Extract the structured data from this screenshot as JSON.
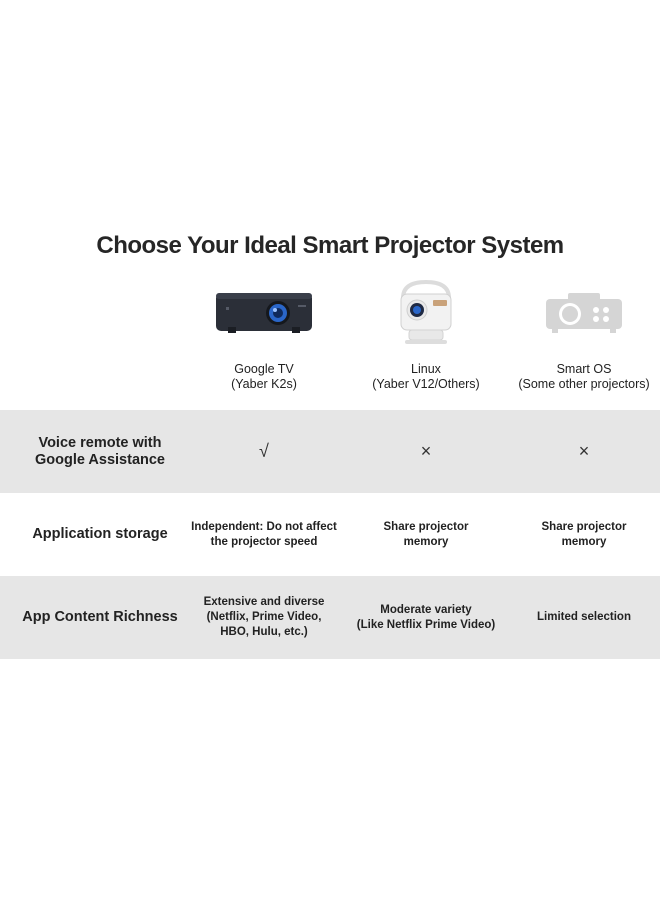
{
  "title": "Choose Your Ideal Smart Projector System",
  "products": [
    {
      "line1": "Google TV",
      "line2": "(Yaber K2s)",
      "image": "dark-projector"
    },
    {
      "line1": "Linux",
      "line2": "(Yaber V12/Others)",
      "image": "white-projector"
    },
    {
      "line1": "Smart OS",
      "line2": "(Some other projectors)",
      "image": "generic-projector-icon"
    }
  ],
  "rows": [
    {
      "label": [
        "Voice remote with",
        "Google Assistance"
      ],
      "cells": [
        [
          "√"
        ],
        [
          "×"
        ],
        [
          "×"
        ]
      ]
    },
    {
      "label": [
        "Application storage"
      ],
      "cells": [
        [
          "Independent: Do not affect",
          "the projector speed"
        ],
        [
          "Share projector",
          "memory"
        ],
        [
          "Share projector",
          "memory"
        ]
      ]
    },
    {
      "label": [
        "App Content Richness"
      ],
      "cells": [
        [
          "Extensive and diverse",
          "(Netflix, Prime Video,",
          "HBO, Hulu, etc.)"
        ],
        [
          "Moderate variety",
          "(Like Netflix Prime Video)"
        ],
        [
          "Limited selection"
        ]
      ]
    }
  ],
  "colors": {
    "row_shade": "#e6e6e6",
    "dark_projector": "#2b2f38",
    "lens_blue": "#2a66c9",
    "generic_icon": "#d5d5d5"
  }
}
